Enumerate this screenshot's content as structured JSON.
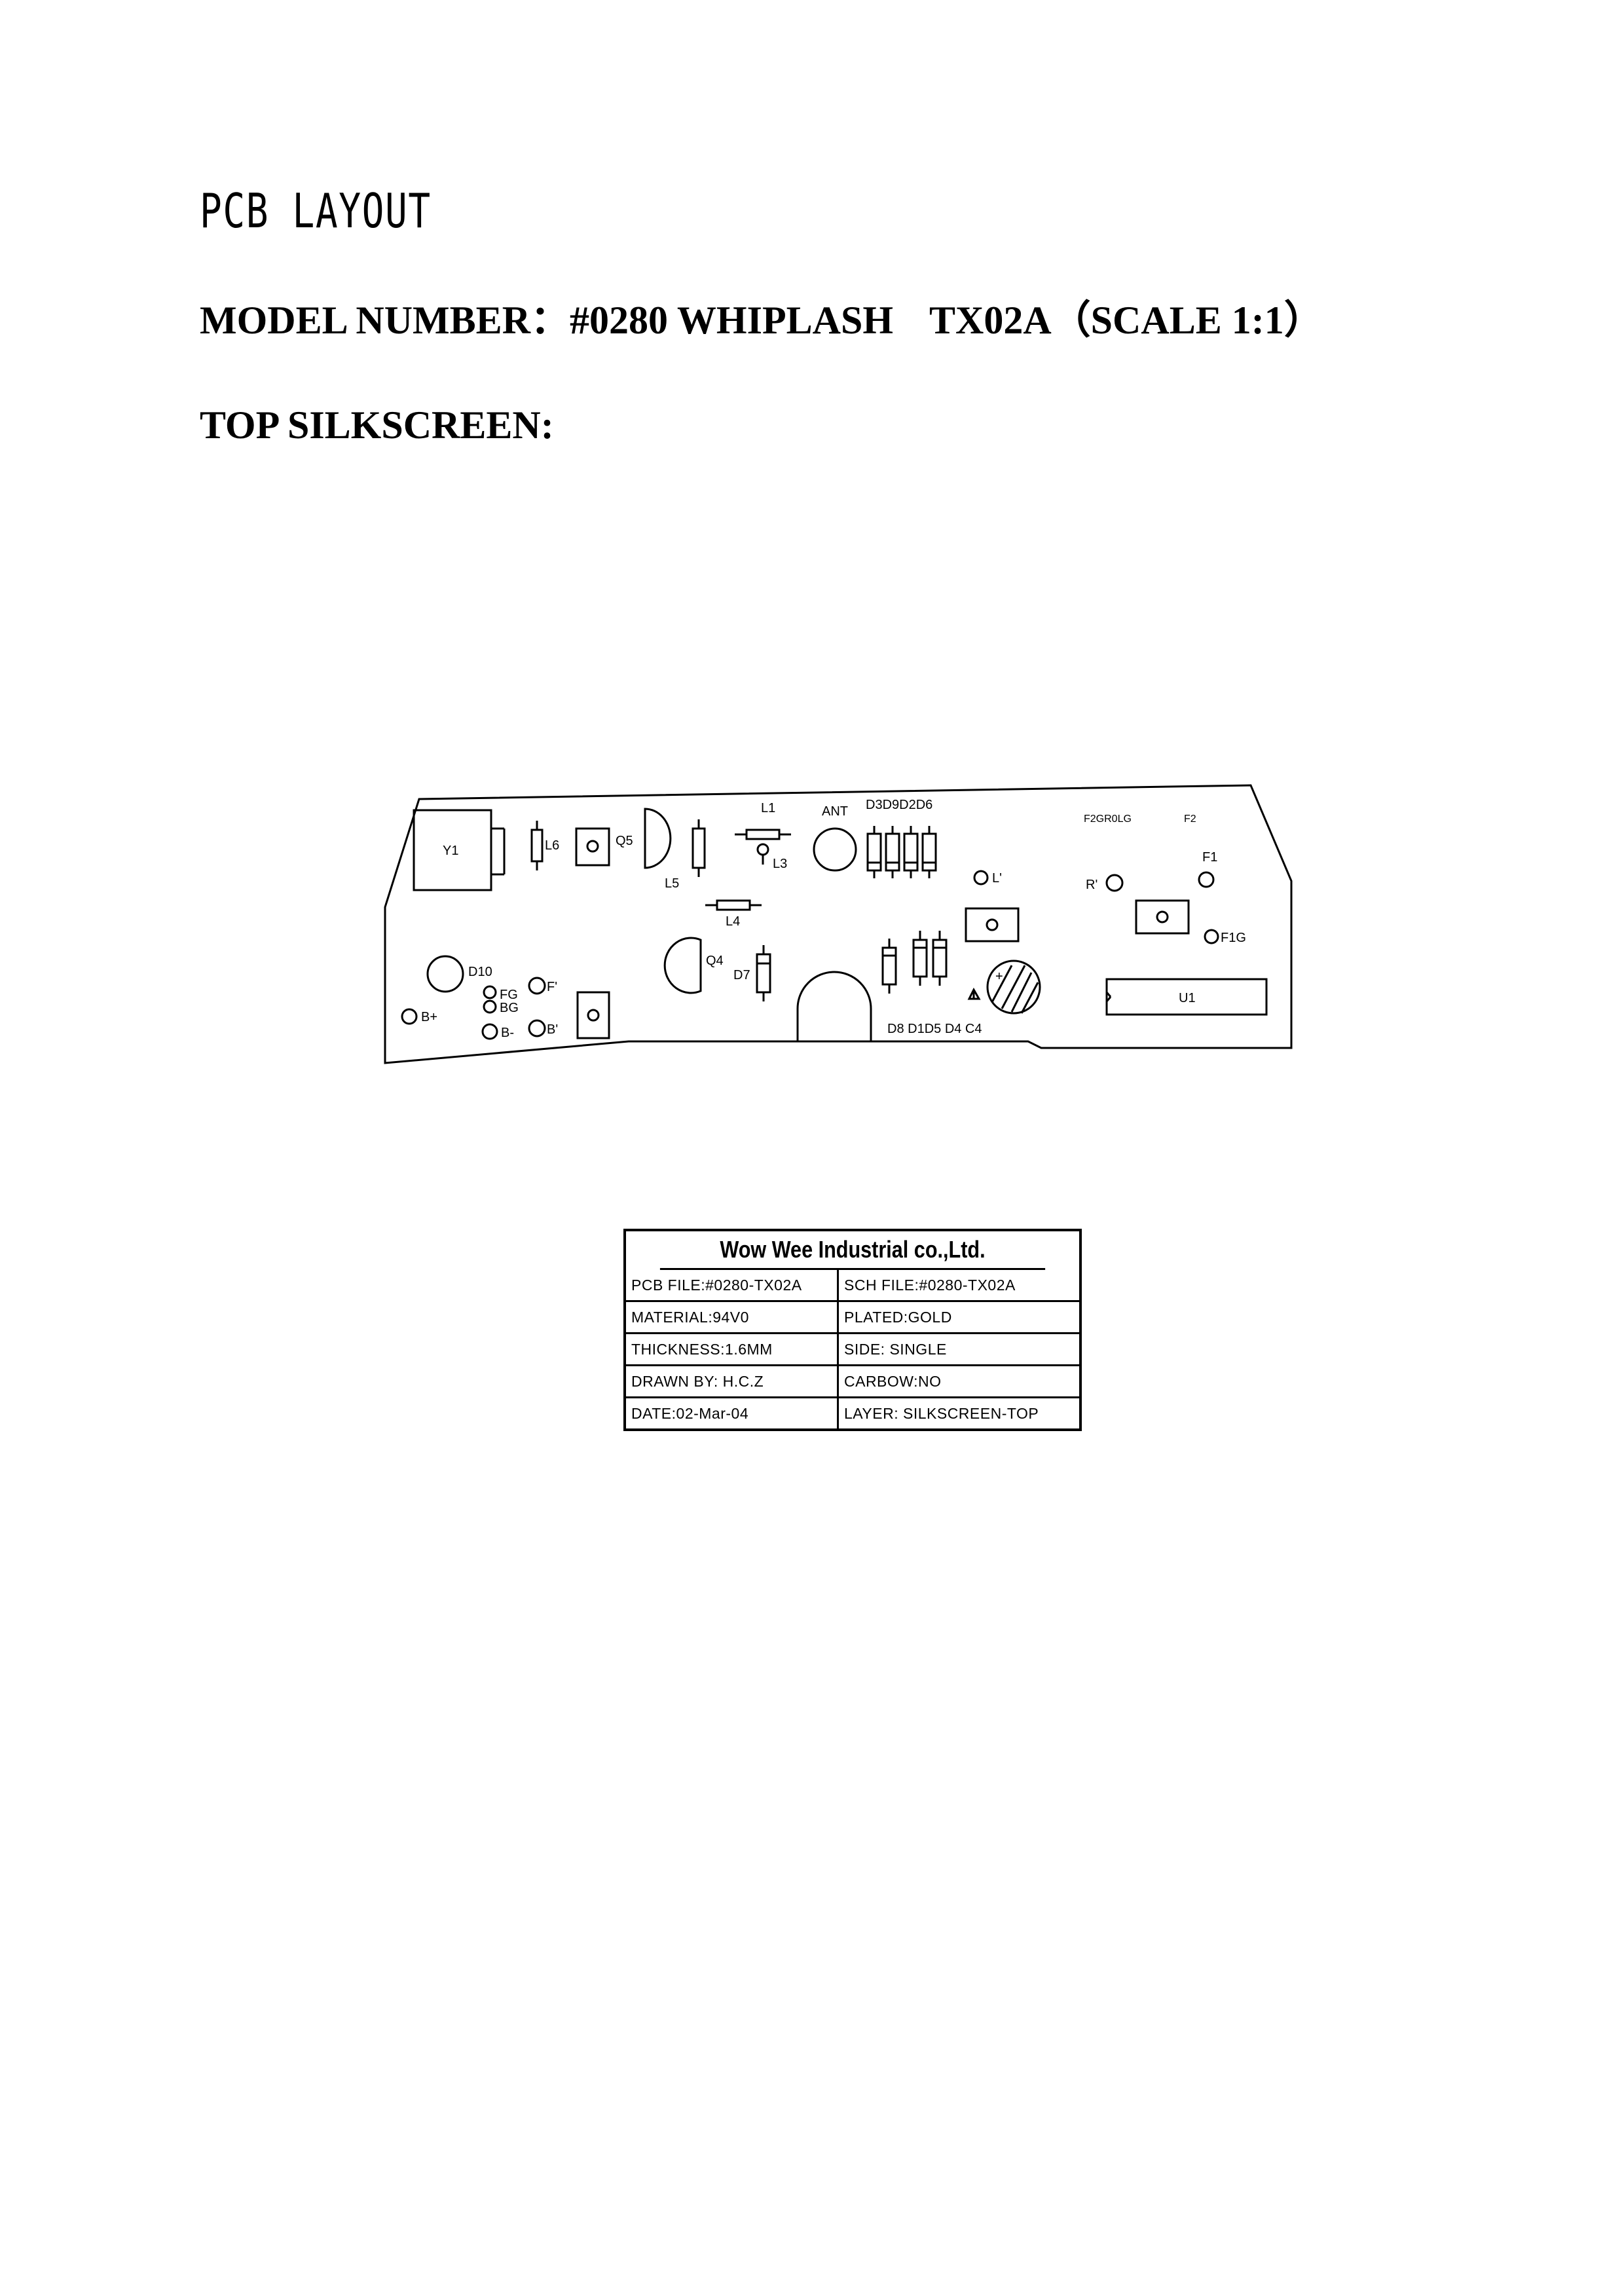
{
  "header": {
    "title": "PCB LAYOUT",
    "model_label": "MODEL NUMBER：#0280 WHIPLASH",
    "model_suffix": "TX02A（SCALE 1:1）",
    "section": "TOP SILKSCREEN:"
  },
  "pcb": {
    "labels": {
      "y1": "Y1",
      "l6": "L6",
      "q5": "Q5",
      "l5": "L5",
      "l1": "L1",
      "l3": "L3",
      "ant": "ANT",
      "d3d9d2d6": "D3D9D2D6",
      "l_prime": "L'",
      "l4": "L4",
      "f2gr0lg": "F2GR0LG",
      "f2": "F2",
      "f1": "F1",
      "r_prime": "R'",
      "f1g": "F1G",
      "d10": "D10",
      "fg": "FG",
      "f_prime": "F'",
      "bg": "BG",
      "b_plus": "B+",
      "b_minus": "B-",
      "b_prime": "B'",
      "q4": "Q4",
      "d7": "D7",
      "d8d1d5d4c4": "D8 D1D5 D4 C4",
      "u1": "U1",
      "plus": "+"
    }
  },
  "title_block": {
    "company": "Wow Wee Industrial co.,Ltd.",
    "rows": [
      [
        "PCB FILE:#0280-TX02A",
        "SCH FILE:#0280-TX02A"
      ],
      [
        "MATERIAL:94V0",
        "PLATED:GOLD"
      ],
      [
        "THICKNESS:1.6MM",
        "SIDE:  SINGLE"
      ],
      [
        "DRAWN BY: H.C.Z",
        "CARBOW:NO"
      ],
      [
        "DATE:02-Mar-04",
        "LAYER:  SILKSCREEN-TOP"
      ]
    ]
  }
}
